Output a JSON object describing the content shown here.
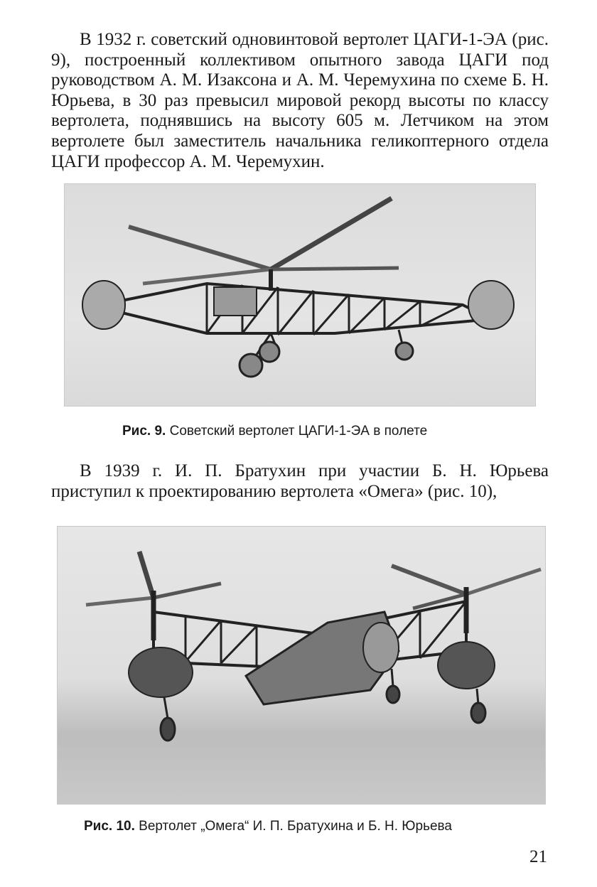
{
  "paragraphs": {
    "p1": "В 1932 г. советский одновинтовой вертолет ЦАГИ-1-ЭА (рис. 9), построенный коллективом опытного завода ЦАГИ под руководством А. М. Изаксона и А. М. Черемухина по схеме Б. Н. Юрьева, в 30 раз превысил мировой рекорд высоты по классу вертолета, поднявшись на высоту 605 м. Летчиком на этом вертолете был заместитель начальника геликоптерного отдела ЦАГИ профессор А. М. Черемухин.",
    "p2": "В 1939 г. И. П. Братухин при участии Б. Н. Юрьева приступил к проектированию вертолета «Омега» (рис. 10),"
  },
  "figures": {
    "fig9": {
      "label": "Рис. 9.",
      "caption": "Советский вертолет ЦАГИ-1-ЭА в полете"
    },
    "fig10": {
      "label": "Рис. 10.",
      "caption": "Вертолет „Омега“ И. П. Братухина и Б. Н. Юрьева"
    }
  },
  "page_number": "21"
}
